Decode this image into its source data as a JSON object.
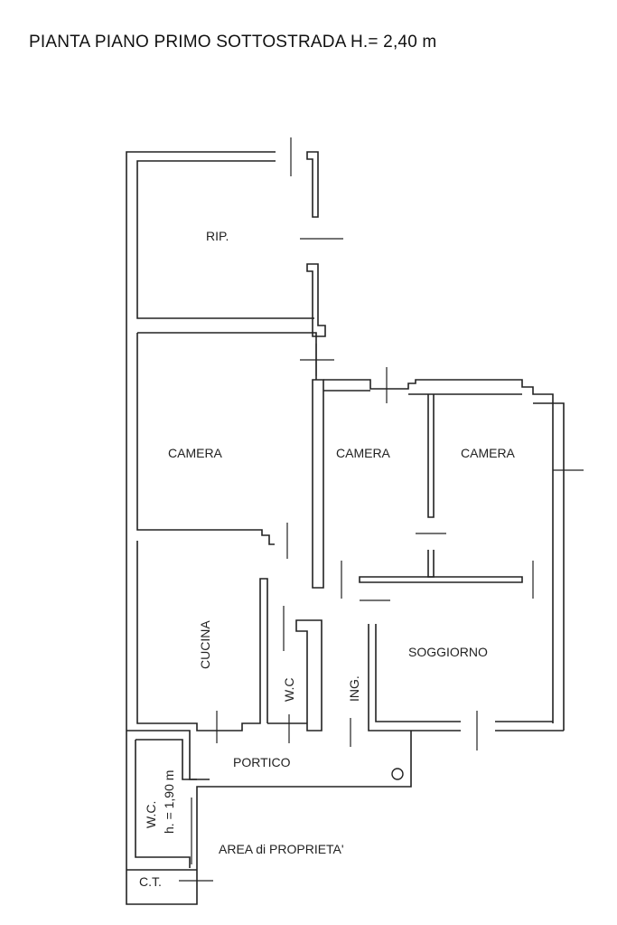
{
  "title": "PIANTA PIANO PRIMO SOTTOSTRADA H.= 2,40 m",
  "rooms": {
    "rip": "RIP.",
    "camera_left": "CAMERA",
    "camera_middle": "CAMERA",
    "camera_right": "CAMERA",
    "cucina": "CUCINA",
    "wc": "W.C",
    "ingresso": "ING.",
    "soggiorno": "SOGGIORNO",
    "portico": "PORTICO",
    "wc_small": "W.C.",
    "wc_small_height": "h. = 1,90 m",
    "area": "AREA di PROPRIETA'",
    "ct": "C.T."
  }
}
